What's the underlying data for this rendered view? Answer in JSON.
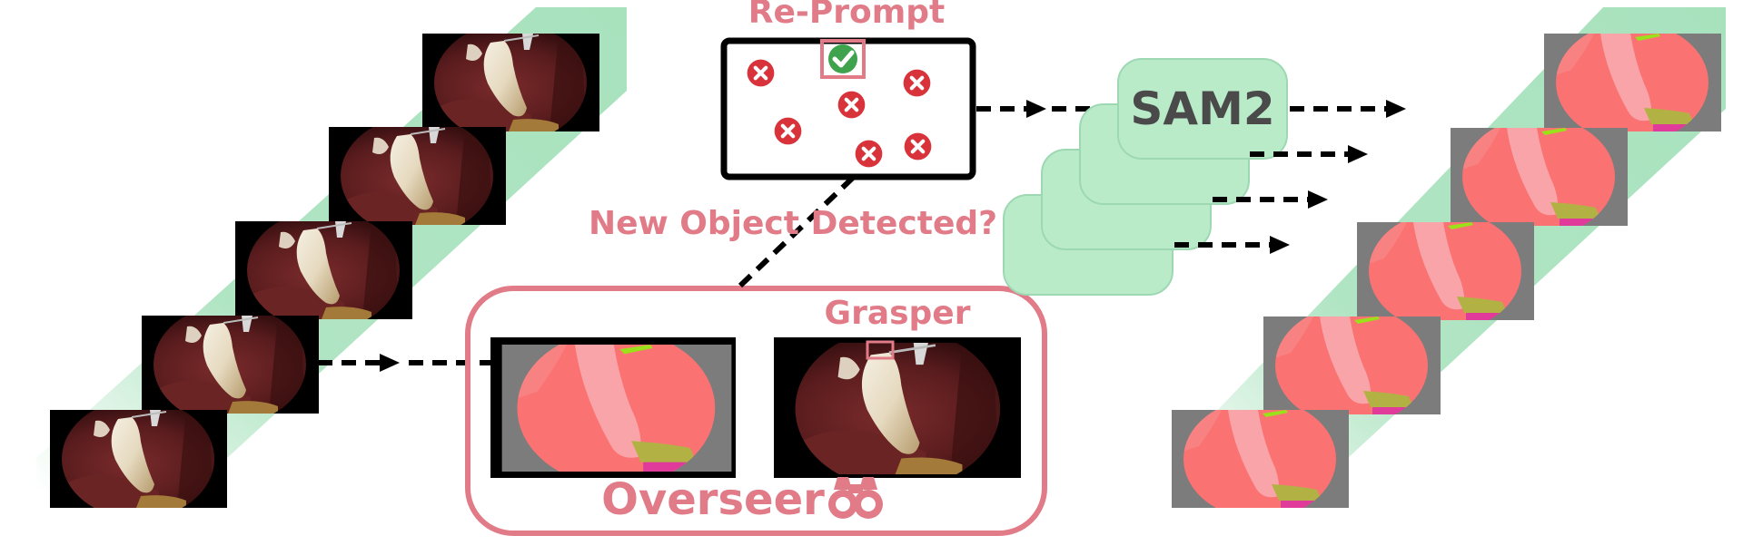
{
  "labels": {
    "reprompt": "Re-Prompt",
    "sam2": "SAM2",
    "question": "New Object Detected?",
    "grasper": "Grasper",
    "overseer": "Overseer"
  },
  "colors": {
    "pink": "#e07b87",
    "green_band": "#a8e2bd",
    "sam_box": "#b9ebc9",
    "sam_border": "#9ed8b3",
    "check": "#3fa34d",
    "cross": "#d8323a",
    "mask_red": "#fb7272",
    "mask_light": "#f8a4a8",
    "mask_olive": "#b2b244",
    "mask_magenta": "#e03a9a",
    "mask_lime": "#9be11a",
    "mask_gray": "#7c7c7c"
  },
  "icons": {
    "check": "check-circle-icon",
    "cross": "cross-circle-icon",
    "overseer": "binoculars-icon"
  }
}
